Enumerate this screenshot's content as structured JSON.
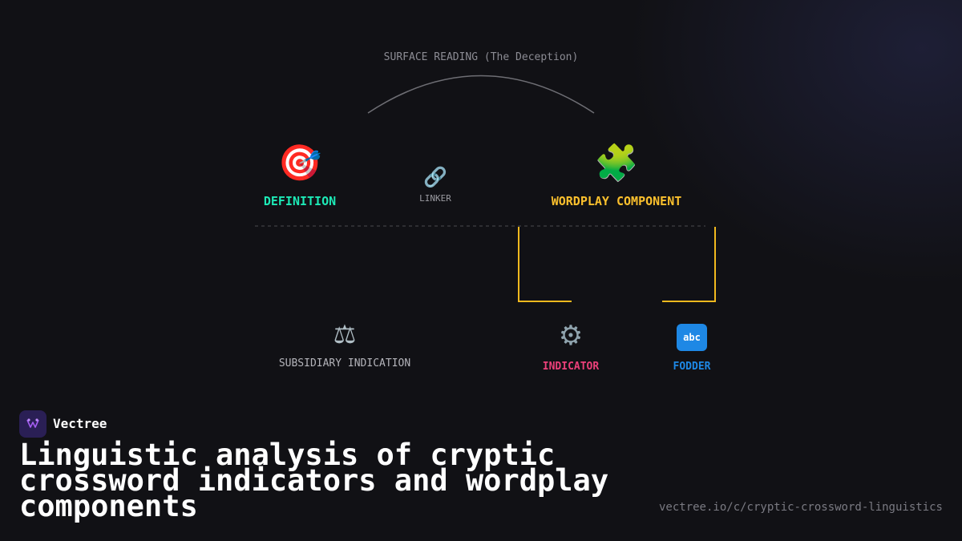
{
  "diagram": {
    "surface_label": "SURFACE READING (The Deception)",
    "definition": {
      "icon": "target-icon",
      "glyph": "🎯",
      "label": "DEFINITION"
    },
    "linker": {
      "icon": "link-icon",
      "glyph": "🔗",
      "label": "LINKER"
    },
    "wordplay": {
      "icon": "puzzle-icon",
      "glyph": "🧩",
      "label": "WORDPLAY COMPONENT"
    },
    "subsidiary": {
      "icon": "scales-icon",
      "glyph": "⚖",
      "label": "SUBSIDIARY INDICATION"
    },
    "indicator": {
      "icon": "gear-icon",
      "glyph": "⚙",
      "label": "INDICATOR"
    },
    "fodder": {
      "icon": "abc-icon",
      "glyph": "abc",
      "label": "FODDER"
    },
    "colors": {
      "definition": "#1de9b6",
      "wordplay": "#fbc02d",
      "indicator": "#ec407a",
      "fodder": "#1e88e5",
      "connector": "#f2b91e"
    }
  },
  "footer": {
    "brand": "Vectree",
    "title": "Linguistic analysis of cryptic crossword indicators and wordplay components",
    "url": "vectree.io/c/cryptic-crossword-linguistics"
  }
}
